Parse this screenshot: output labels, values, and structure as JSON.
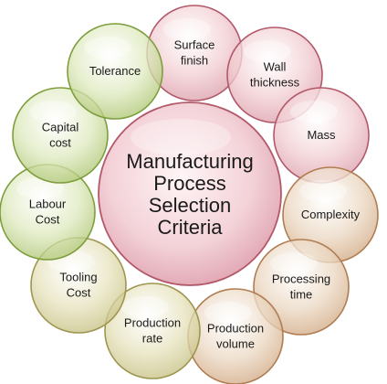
{
  "center": {
    "lines": [
      "Manufacturing",
      "Process",
      "Selection",
      "Criteria"
    ]
  },
  "nodes": [
    {
      "id": "surface-finish",
      "lines": [
        "Surface",
        "finish"
      ],
      "tint": "pink"
    },
    {
      "id": "wall-thickness",
      "lines": [
        "Wall",
        "thickness"
      ],
      "tint": "pink"
    },
    {
      "id": "mass",
      "lines": [
        "Mass"
      ],
      "tint": "pink"
    },
    {
      "id": "complexity",
      "lines": [
        "Complexity"
      ],
      "tint": "tan"
    },
    {
      "id": "processing-time",
      "lines": [
        "Processing",
        "time"
      ],
      "tint": "tan"
    },
    {
      "id": "production-volume",
      "lines": [
        "Production",
        "volume"
      ],
      "tint": "tan"
    },
    {
      "id": "production-rate",
      "lines": [
        "Production",
        "rate"
      ],
      "tint": "olive"
    },
    {
      "id": "tooling-cost",
      "lines": [
        "Tooling",
        "Cost"
      ],
      "tint": "olive"
    },
    {
      "id": "labour-cost",
      "lines": [
        "Labour",
        "Cost"
      ],
      "tint": "green"
    },
    {
      "id": "capital-cost",
      "lines": [
        "Capital",
        "cost"
      ],
      "tint": "green"
    },
    {
      "id": "tolerance",
      "lines": [
        "Tolerance"
      ],
      "tint": "green"
    }
  ],
  "colors": {
    "pink_fill": "#f2cfd3",
    "pink_stroke": "#b2586a",
    "tan_fill": "#ecd9c4",
    "tan_stroke": "#b07d52",
    "olive_fill": "#e7e3bf",
    "olive_stroke": "#9d9650",
    "green_fill": "#dfeac0",
    "green_stroke": "#7e9e3d",
    "center_fill": "#f3d2d8",
    "center_stroke": "#b2586a"
  }
}
